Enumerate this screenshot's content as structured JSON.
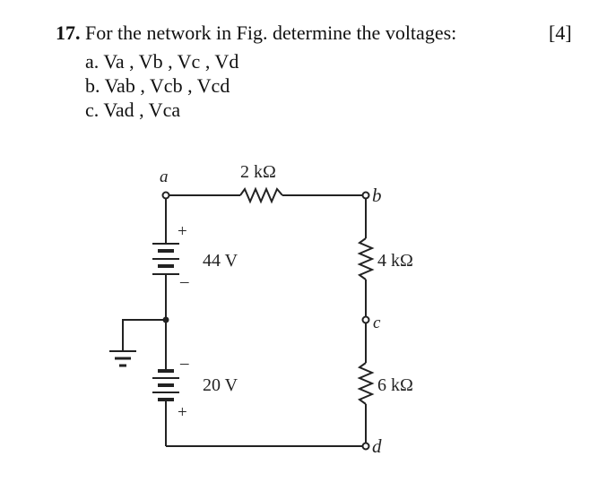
{
  "question": {
    "number": "17.",
    "text": "For the network in Fig. determine the voltages:",
    "marks": "[4]",
    "parts": [
      "a. Va , Vb , Vc , Vd",
      "b. Vab , Vcb , Vcd",
      "c. Vad , Vca"
    ]
  },
  "circuit": {
    "node_a": "a",
    "node_b": "b",
    "node_c": "c",
    "node_d": "d",
    "r1_label": "2 kΩ",
    "r2_label": "4 kΩ",
    "r3_label": "6 kΩ",
    "e1_label": "44 V",
    "e2_label": "20 V",
    "plus": "+",
    "minus": "–"
  }
}
